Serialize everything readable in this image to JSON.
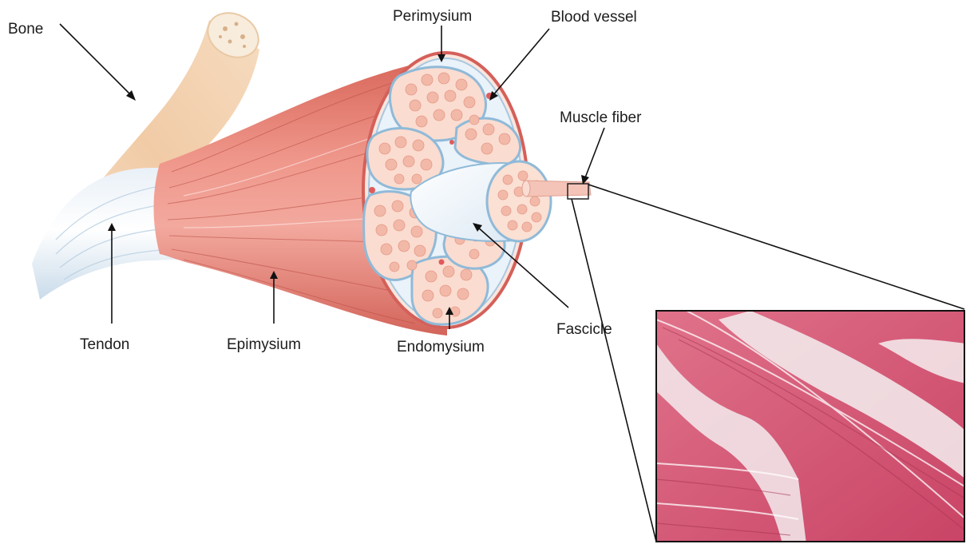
{
  "labels": {
    "bone": "Bone",
    "perimysium": "Perimysium",
    "blood_vessel": "Blood vessel",
    "muscle_fiber": "Muscle fiber",
    "tendon": "Tendon",
    "epimysium": "Epimysium",
    "endomysium": "Endomysium",
    "fascicle": "Fascicle"
  },
  "colors": {
    "muscle": "#e2786c",
    "muscle_dark": "#c9584c",
    "bone": "#f2d2b0",
    "tendon": "#eef3f8",
    "fiber": "#f6cbbd",
    "membrane": "#9ec6e0",
    "micrograph": "#d9607a"
  }
}
